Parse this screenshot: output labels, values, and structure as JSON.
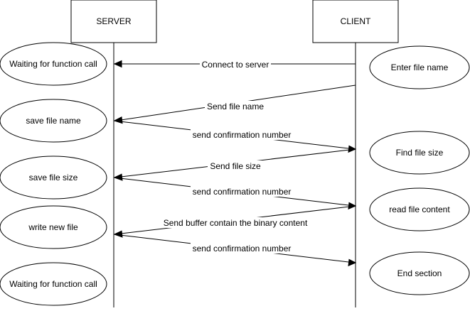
{
  "participants": {
    "server": {
      "label": "SERVER"
    },
    "client": {
      "label": "CLIENT"
    }
  },
  "server_states": [
    "Waiting for function call",
    "save file name",
    "save file size",
    "write new file",
    "Waiting for function call"
  ],
  "client_states": [
    "Enter file name",
    "Find file size",
    "read file content",
    "End section"
  ],
  "messages": [
    {
      "label": "Connect to server",
      "from": "client",
      "to": "server"
    },
    {
      "label": "Send file name",
      "from": "client",
      "to": "server"
    },
    {
      "label": "send confirmation number",
      "from": "server",
      "to": "client"
    },
    {
      "label": "Send file size",
      "from": "client",
      "to": "server"
    },
    {
      "label": "send confirmation number",
      "from": "server",
      "to": "client"
    },
    {
      "label": "Send buffer contain the binary content",
      "from": "client",
      "to": "server"
    },
    {
      "label": "send confirmation number",
      "from": "server",
      "to": "client"
    }
  ]
}
